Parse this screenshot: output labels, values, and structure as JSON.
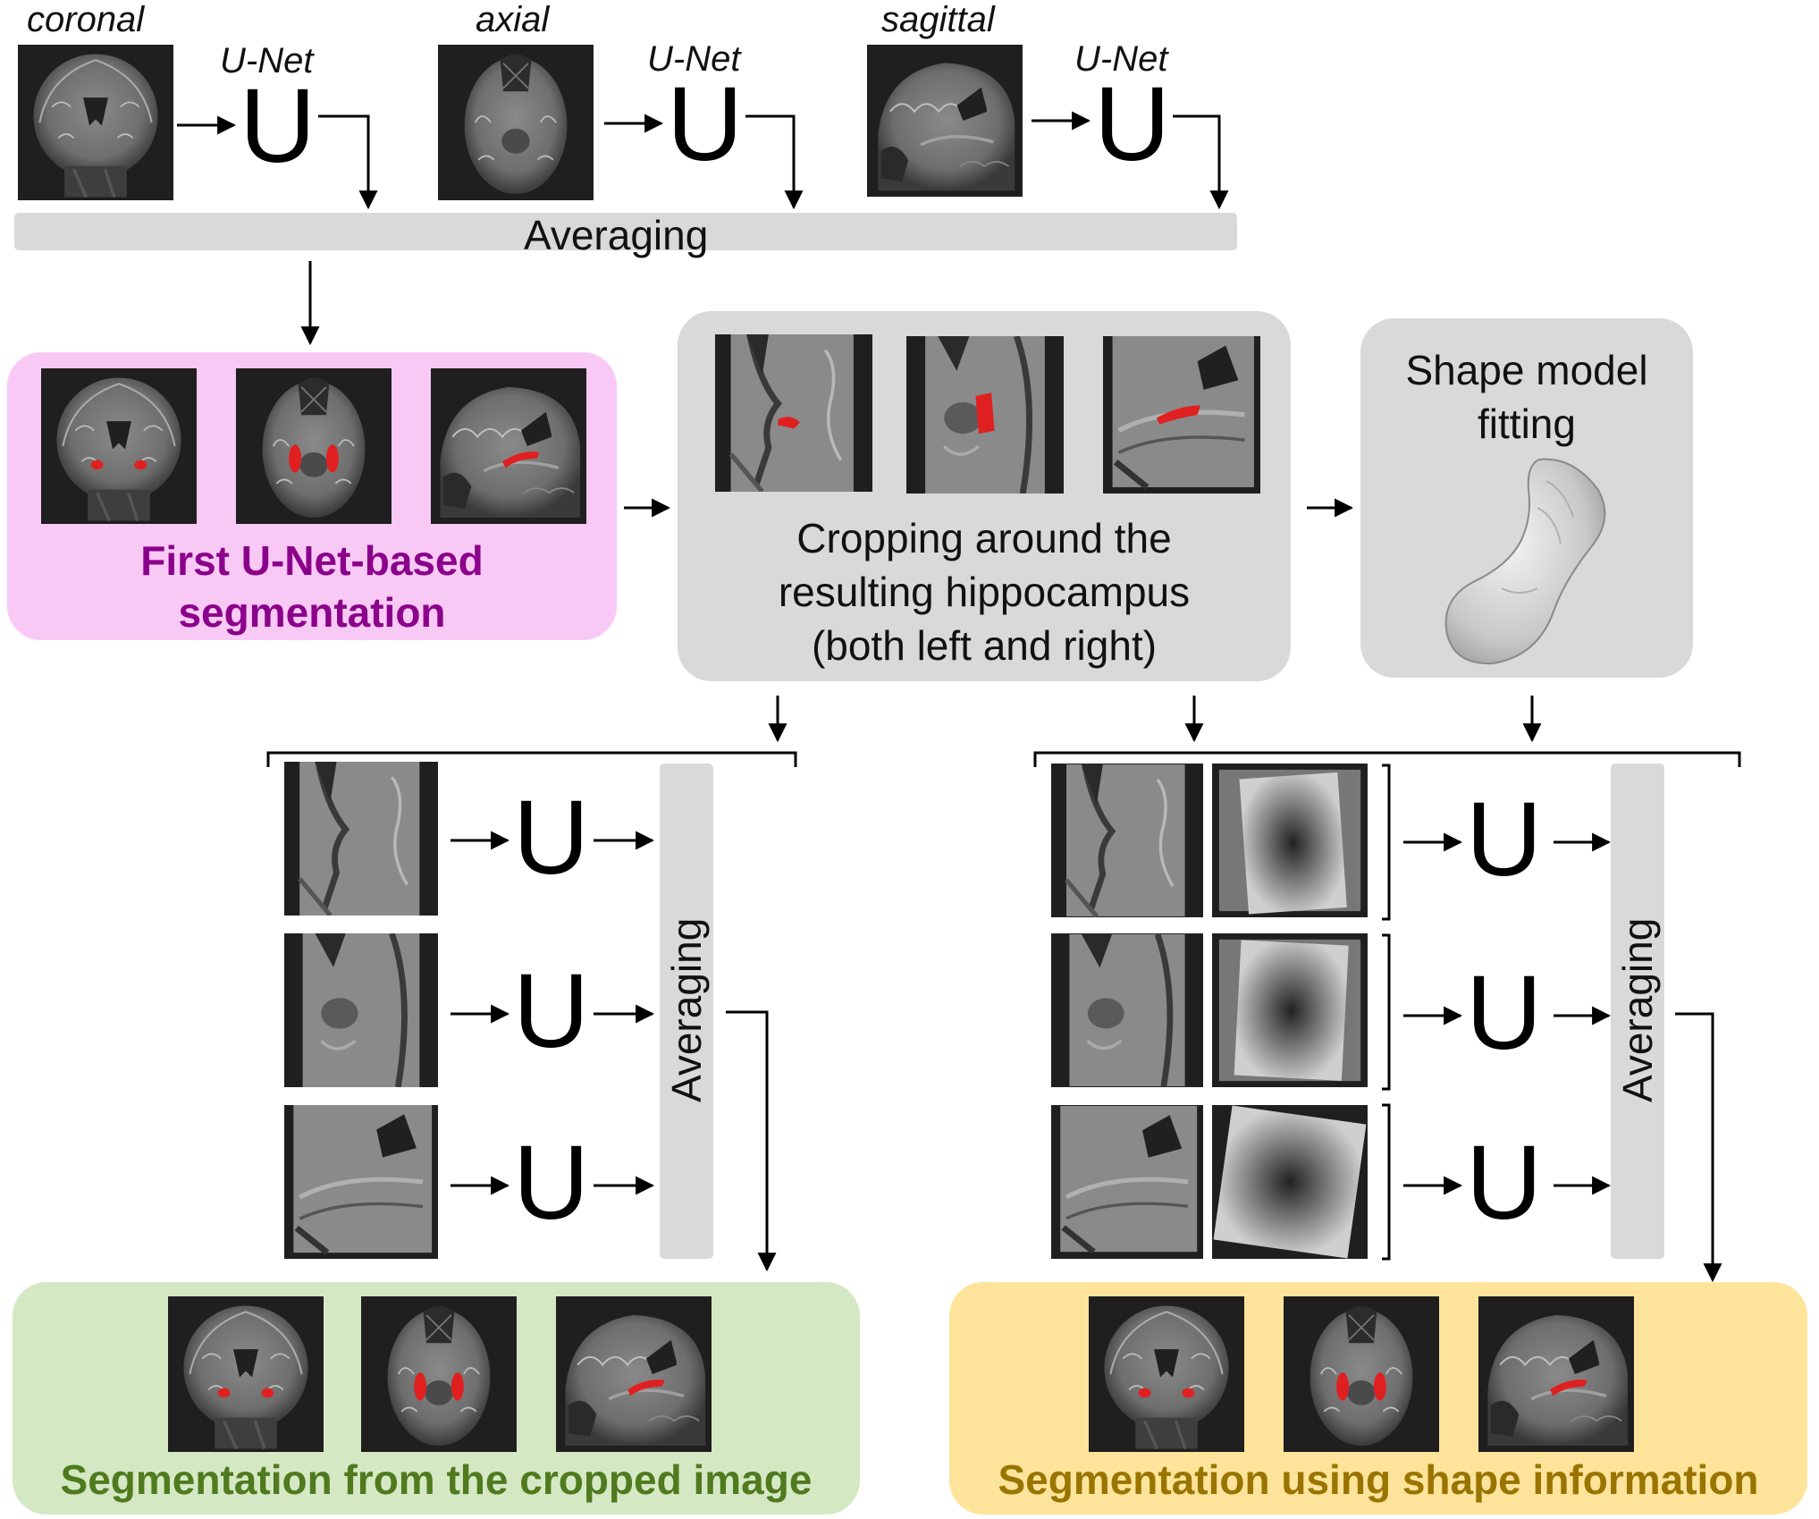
{
  "top": {
    "views": [
      "coronal",
      "axial",
      "sagittal"
    ],
    "unet_label": "U-Net",
    "u_symbol": "U",
    "averaging": "Averaging"
  },
  "first_seg": {
    "title_line1": "First U-Net-based",
    "title_line2": "segmentation",
    "color": "#8b008b",
    "bg": "#f9c9f5"
  },
  "cropping": {
    "line1": "Cropping around the",
    "line2": "resulting hippocampus",
    "line3": "(both left and right)",
    "bg": "#d9d9d9"
  },
  "shape": {
    "line1": "Shape model",
    "line2": "fitting",
    "bg": "#d9d9d9"
  },
  "left_branch": {
    "averaging": "Averaging",
    "u_symbol": "U"
  },
  "right_branch": {
    "averaging": "Averaging",
    "u_symbol": "U"
  },
  "result_left": {
    "title": "Segmentation from the cropped image",
    "color": "#4f7a1e",
    "bg": "#d5e8c4"
  },
  "result_right": {
    "title": "Segmentation using shape information",
    "color": "#9a7400",
    "bg": "#fde49a"
  },
  "colors": {
    "segmentation_red": "#e02020",
    "arrow": "#000000",
    "grey_bar": "#d9d9d9"
  }
}
